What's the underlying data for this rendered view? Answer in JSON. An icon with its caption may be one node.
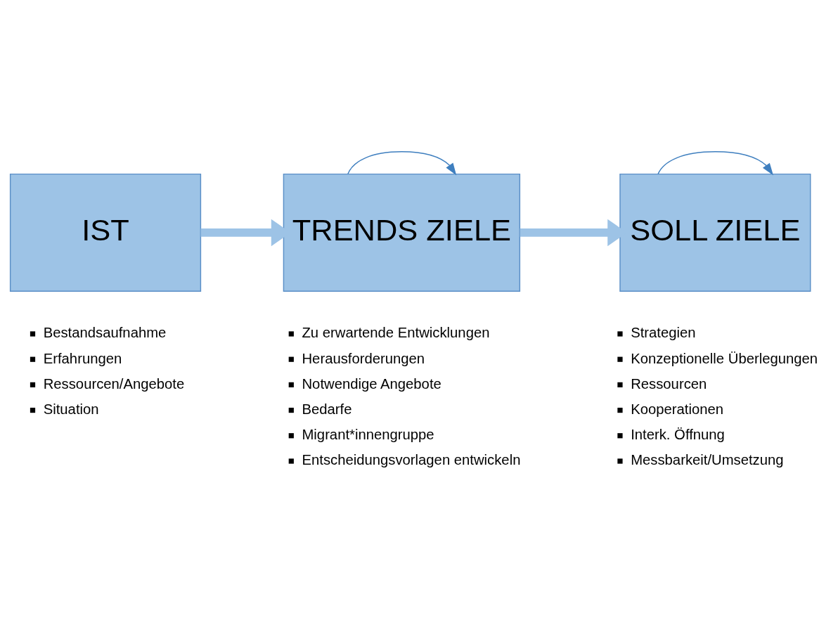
{
  "diagram": {
    "nodes": [
      {
        "text": [
          "IST"
        ],
        "beside": [
          "Bestandsaufnahme",
          "Erfahrungen",
          "Ressourcen/Angebote",
          "Situation"
        ]
      },
      {
        "text": [
          "TRENDS ZIELE"
        ],
        "beside": [
          "Zu erwartende Entwicklungen",
          "Herausforderungen",
          "Notwendige Angebote",
          "Bedarfe",
          "Migrant*innengruppe",
          "Entscheidungsvorlagen entwickeln"
        ]
      },
      {
        "text": [
          "SOLL ZIELE"
        ],
        "beside": [
          "Strategien",
          "Konzeptionelle Überlegungen",
          "Ressourcen",
          "Kooperationen",
          "Interk. Öffnung",
          "Messbarkeit/Umsetzung"
        ]
      }
    ],
    "edges": [
      {
        "from": 0,
        "to": 1,
        "arrow": "to",
        "style": "thick"
      },
      {
        "from": 1,
        "to": 2,
        "arrow": "to",
        "style": "thick"
      },
      {
        "from": 1,
        "to": 1,
        "arrow": "to",
        "color": "#3f7fbf"
      },
      {
        "from": 2,
        "to": 2,
        "arrow": "to",
        "color": "#3f7fbf"
      }
    ]
  }
}
